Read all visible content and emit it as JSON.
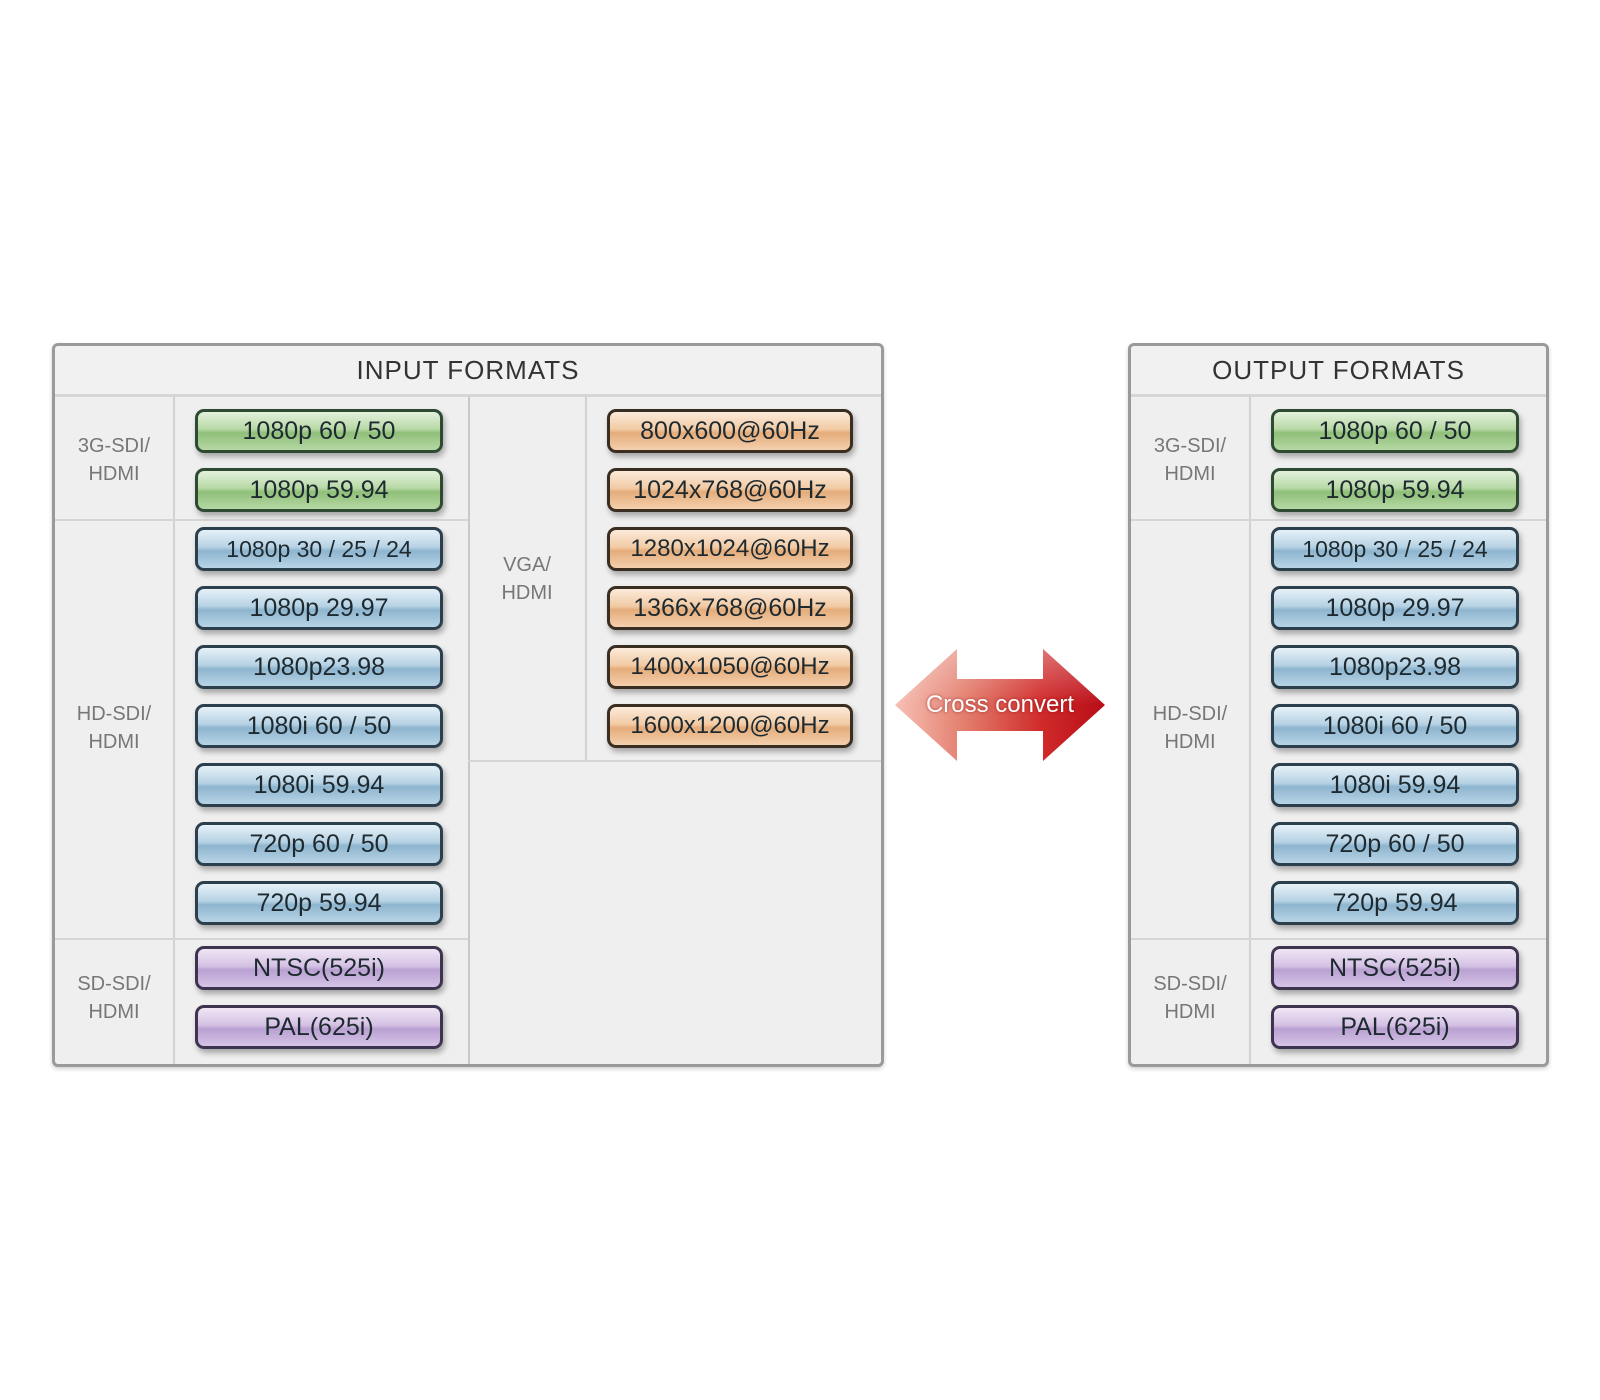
{
  "input": {
    "title": "INPUT FORMATS",
    "groups": [
      {
        "label": [
          "3G-SDI/",
          "HDMI"
        ],
        "formats": [
          "1080p 60 / 50",
          "1080p 59.94"
        ],
        "color": "green"
      },
      {
        "label": [
          "HD-SDI/",
          "HDMI"
        ],
        "formats": [
          "1080p 30 / 25 / 24",
          "1080p 29.97",
          "1080p23.98",
          "1080i 60 / 50",
          "1080i 59.94",
          "720p 60 / 50",
          "720p 59.94"
        ],
        "color": "blue"
      },
      {
        "label": [
          "SD-SDI/",
          "HDMI"
        ],
        "formats": [
          "NTSC(525i)",
          "PAL(625i)"
        ],
        "color": "purple"
      }
    ],
    "vga_group": {
      "label": [
        "VGA/",
        "HDMI"
      ],
      "formats": [
        "800x600@60Hz",
        "1024x768@60Hz",
        "1280x1024@60Hz",
        "1366x768@60Hz",
        "1400x1050@60Hz",
        "1600x1200@60Hz"
      ],
      "color": "orange"
    }
  },
  "arrow": {
    "label": "Cross convert",
    "colors": {
      "left": "#f2a69a",
      "right": "#c8101c"
    }
  },
  "output": {
    "title": "OUTPUT FORMATS",
    "groups": [
      {
        "label": [
          "3G-SDI/",
          "HDMI"
        ],
        "formats": [
          "1080p 60 / 50",
          "1080p 59.94"
        ],
        "color": "green"
      },
      {
        "label": [
          "HD-SDI/",
          "HDMI"
        ],
        "formats": [
          "1080p 30 / 25 / 24",
          "1080p 29.97",
          "1080p23.98",
          "1080i 60 / 50",
          "1080i 59.94",
          "720p 60 / 50",
          "720p 59.94"
        ],
        "color": "blue"
      },
      {
        "label": [
          "SD-SDI/",
          "HDMI"
        ],
        "formats": [
          "NTSC(525i)",
          "PAL(625i)"
        ],
        "color": "purple"
      }
    ]
  }
}
